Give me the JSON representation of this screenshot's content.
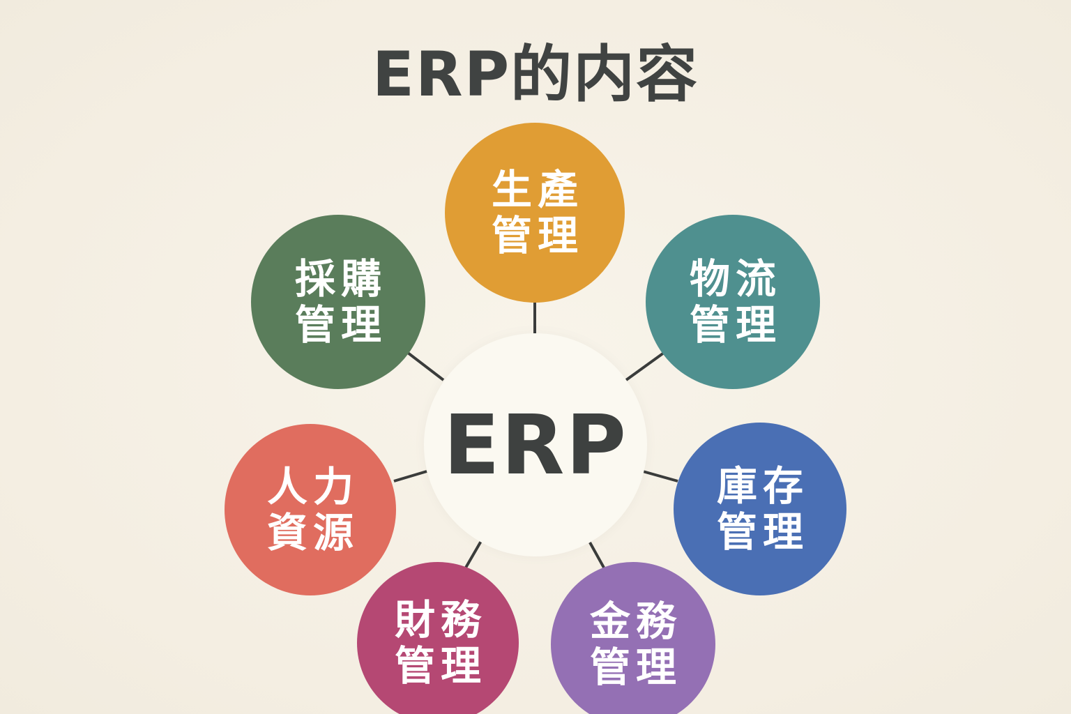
{
  "title": "ERP的内容",
  "center": {
    "label": "ERP"
  },
  "nodes": [
    {
      "id": "production",
      "line1": "生產",
      "line2": "管理",
      "color": "#e09d34"
    },
    {
      "id": "logistics",
      "line1": "物流",
      "line2": "管理",
      "color": "#4f908f"
    },
    {
      "id": "inventory",
      "line1": "庫存",
      "line2": "管理",
      "color": "#4a6fb4"
    },
    {
      "id": "treasury",
      "line1": "金務",
      "line2": "管理",
      "color": "#9470b4"
    },
    {
      "id": "finance",
      "line1": "財務",
      "line2": "管理",
      "color": "#b54873"
    },
    {
      "id": "hr",
      "line1": "人力",
      "line2": "資源",
      "color": "#e06d5f"
    },
    {
      "id": "purchasing",
      "line1": "採購",
      "line2": "管理",
      "color": "#5a7d5b"
    }
  ],
  "connector_color": "#3a3c3b"
}
